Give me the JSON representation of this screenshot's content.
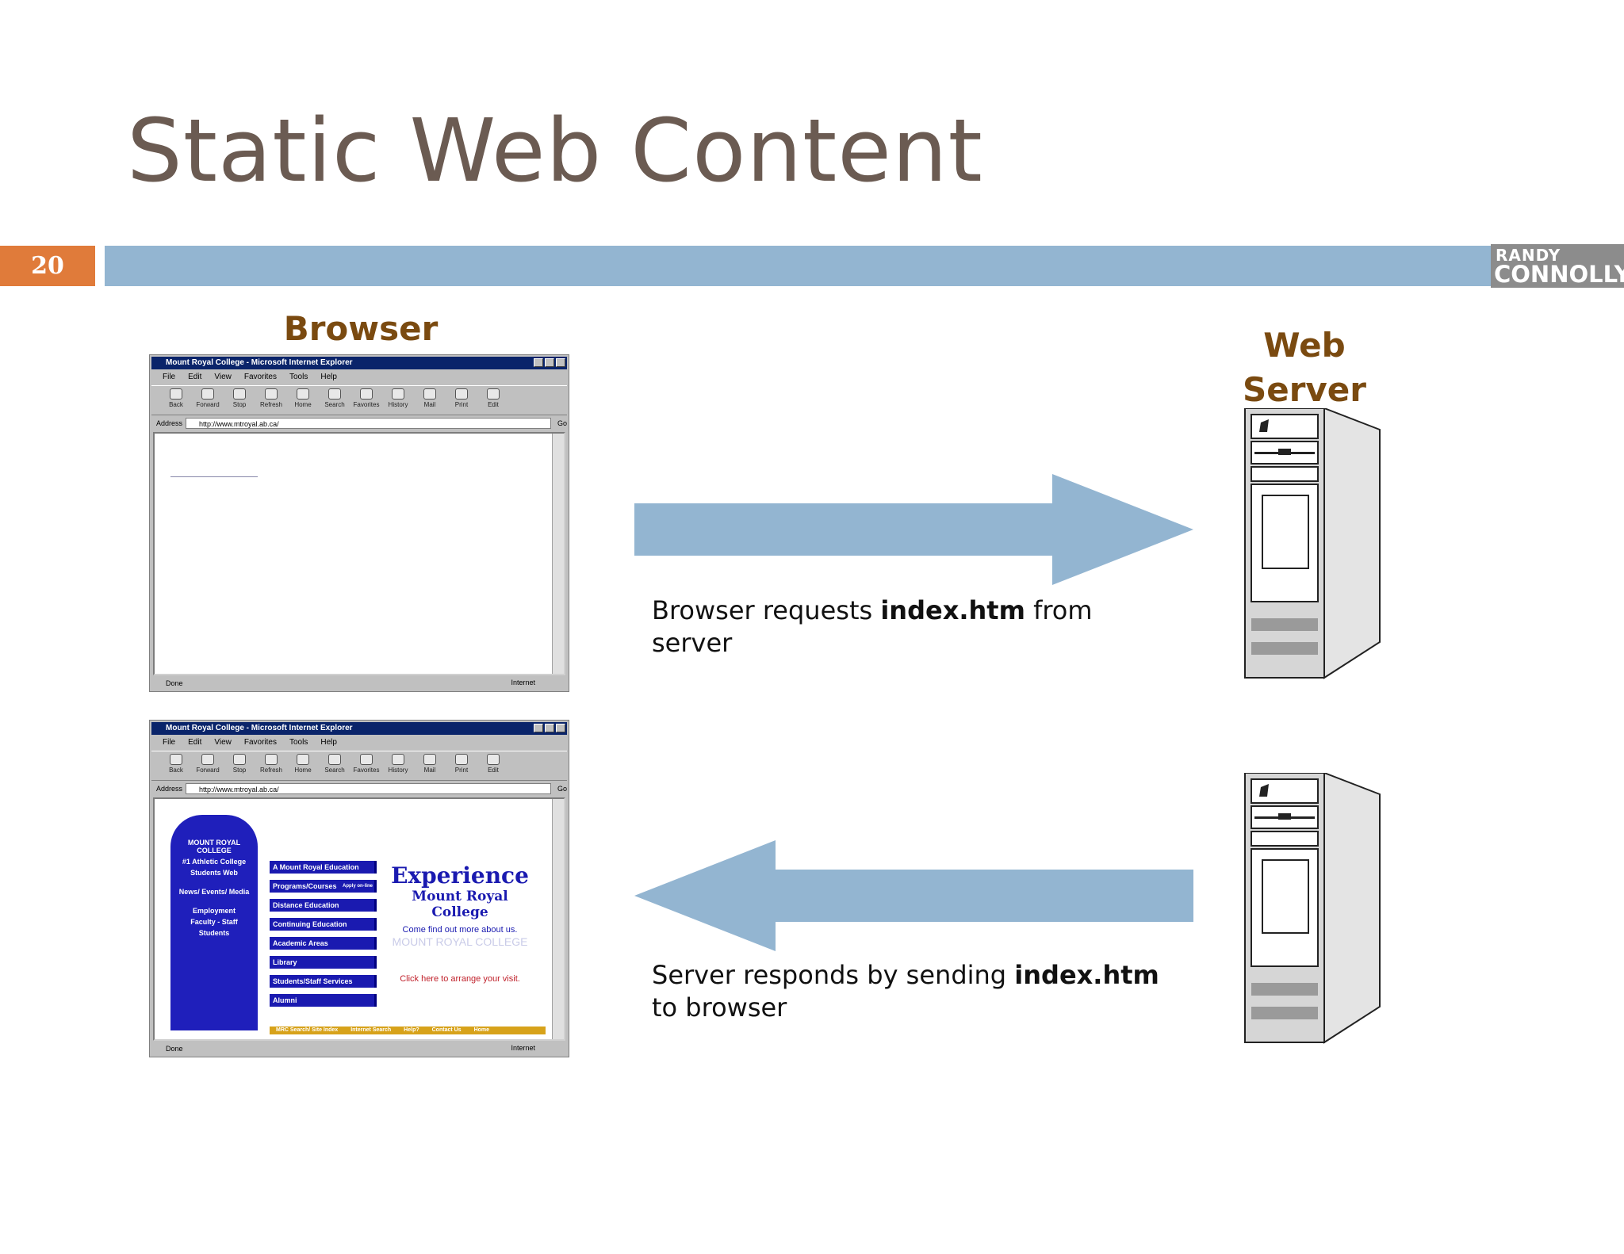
{
  "slide": {
    "title": "Static Web Content",
    "number": "20",
    "logo_line1": "RANDY",
    "logo_line2": "CONNOLLY"
  },
  "labels": {
    "browser": "Browser",
    "server_line1": "Web",
    "server_line2": "Server"
  },
  "request": {
    "prefix": "Browser requests ",
    "file": "index.htm",
    "suffix": " from server"
  },
  "response": {
    "prefix": "Server responds by sending ",
    "file": "index.htm",
    "line2": "to browser"
  },
  "browser_window": {
    "title": "Mount Royal College - Microsoft Internet Explorer",
    "menu": [
      "File",
      "Edit",
      "View",
      "Favorites",
      "Tools",
      "Help"
    ],
    "toolbar": [
      "Back",
      "Forward",
      "Stop",
      "Refresh",
      "Home",
      "Search",
      "Favorites",
      "History",
      "Mail",
      "Print",
      "Edit"
    ],
    "address_label": "Address",
    "address": "http://www.mtroyal.ab.ca/",
    "go": "Go",
    "status": "Done",
    "zone": "Internet"
  },
  "site": {
    "crest": [
      "MOUNT ROYAL COLLEGE",
      "#1 Athletic College",
      "Students Web",
      "News/ Events/ Media",
      "Employment",
      "Faculty - Staff",
      "Students"
    ],
    "nav": [
      "A Mount Royal Education",
      "Programs/Courses",
      "Distance Education",
      "Continuing Education",
      "Academic Areas",
      "Library",
      "Students/Staff Services",
      "Alumni"
    ],
    "apply": "Apply on-line",
    "headline": "Experience",
    "subhead": "Mount Royal College",
    "tagline": "Come find out more about us.",
    "watermark": "MOUNT ROYAL COLLEGE",
    "visit": "Click here to arrange your visit.",
    "footer": [
      "MRC Search/ Site Index",
      "Internet Search",
      "Help?",
      "Contact Us",
      "Home"
    ]
  },
  "colors": {
    "title": "#6b5b52",
    "accent_bar": "#93b5d1",
    "slide_number_bg": "#e07b3a",
    "label": "#7a4a10",
    "arrow": "#93b5d1"
  }
}
